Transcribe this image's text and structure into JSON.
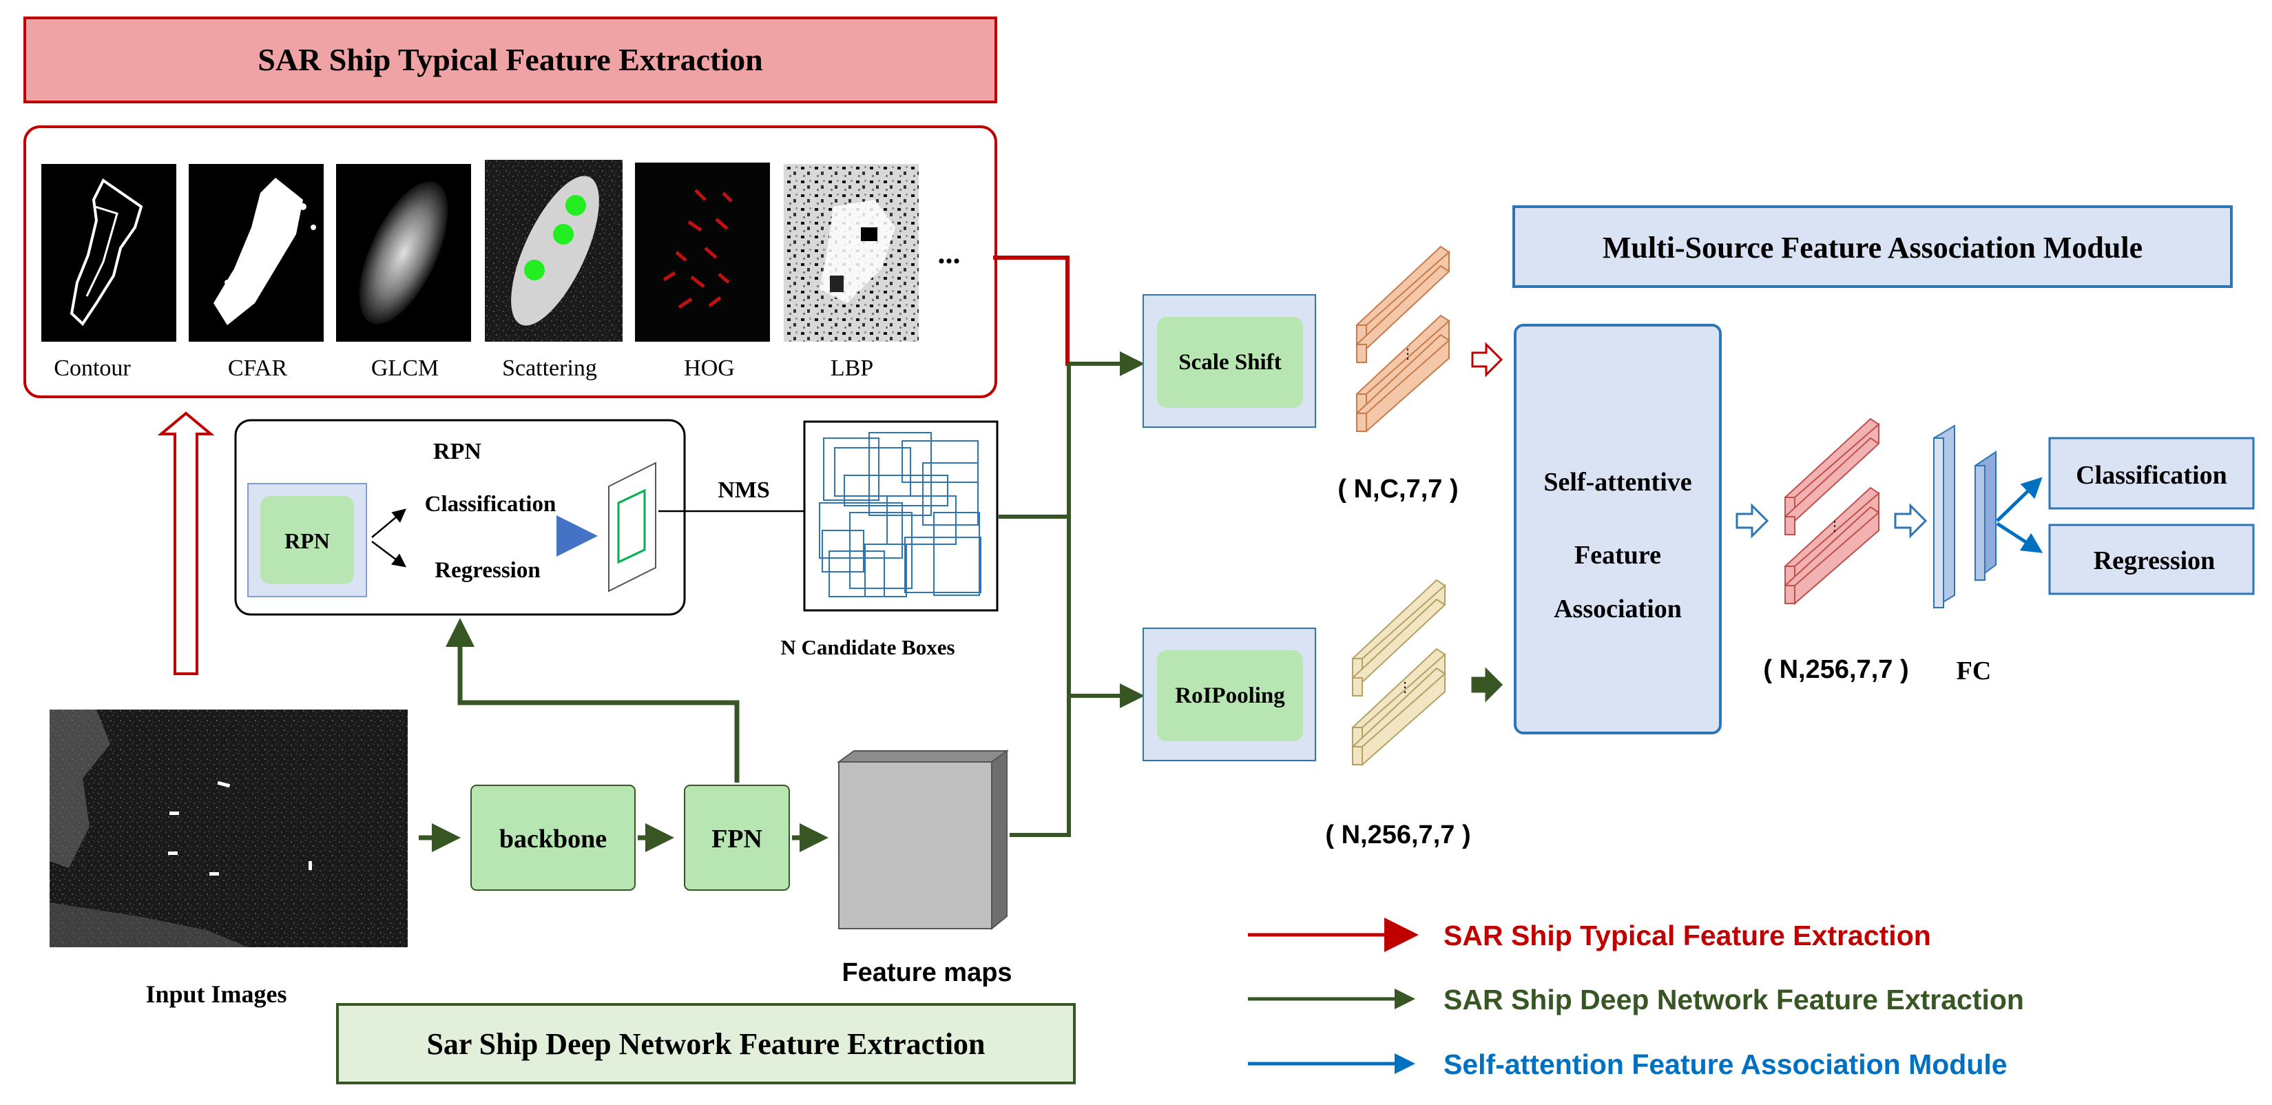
{
  "typical": {
    "title": "SAR Ship Typical Feature Extraction",
    "features": [
      {
        "label": "Contour"
      },
      {
        "label": "CFAR"
      },
      {
        "label": "GLCM"
      },
      {
        "label": "Scattering"
      },
      {
        "label": "HOG"
      },
      {
        "label": "LBP"
      }
    ],
    "ellipsis": "..."
  },
  "rpn": {
    "title": "RPN",
    "box_label": "RPN",
    "classification": "Classification",
    "regression": "Regression",
    "nms": "NMS",
    "candidates": "N Candidate Boxes"
  },
  "deep": {
    "input_label": "Input Images",
    "backbone": "backbone",
    "fpn": "FPN",
    "feature_maps": "Feature maps",
    "title": "Sar Ship Deep Network Feature Extraction"
  },
  "fusion": {
    "scale_shift": "Scale Shift",
    "roipooling": "RoIPooling",
    "dim_typical": "( N,C,7,7 )",
    "dim_roi": "( N,256,7,7 )",
    "module_title": "Multi-Source Feature Association Module",
    "self_attn": [
      "Self-attentive",
      "Feature",
      "Association"
    ],
    "dim_out": "( N,256,7,7 )",
    "fc": "FC",
    "classification": "Classification",
    "regression": "Regression"
  },
  "legend": [
    {
      "label": "SAR Ship Typical Feature Extraction",
      "color": "#c00000"
    },
    {
      "label": "SAR Ship Deep Network Feature Extraction",
      "color": "#375623"
    },
    {
      "label": "Self-attention Feature Association Module",
      "color": "#0070c0"
    }
  ]
}
